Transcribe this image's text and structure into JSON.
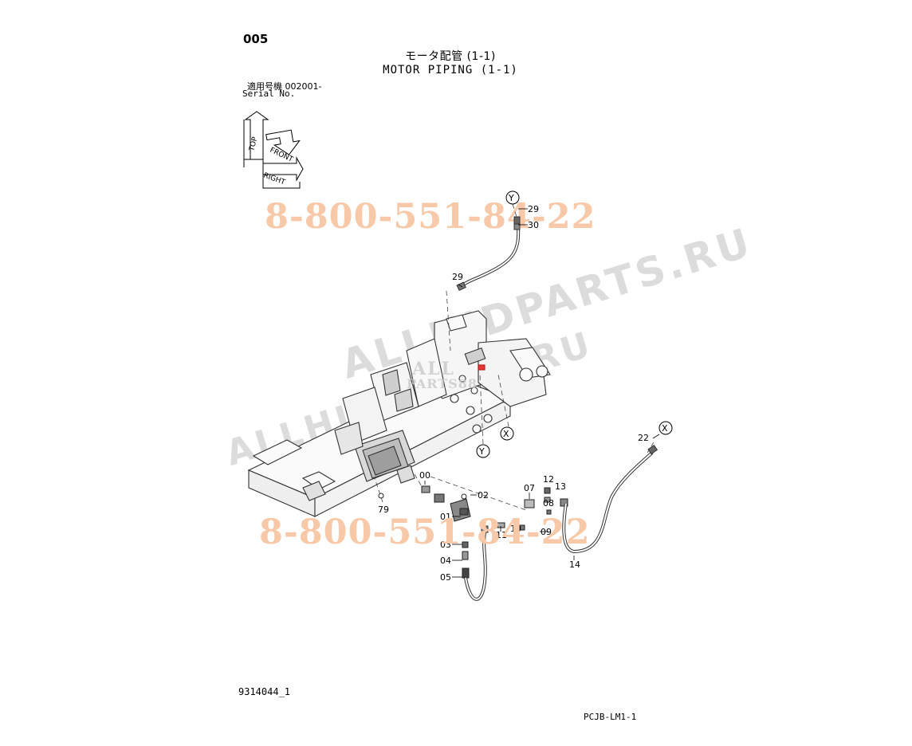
{
  "header": {
    "page_code": "005",
    "title_jp": "モータ配管 (1-1)",
    "title_en": "MOTOR PIPING (1-1)",
    "serial_label_jp": "適用号機  002001-",
    "serial_label_en": "Serial No."
  },
  "orientation_icon": {
    "labels": [
      "TOP",
      "FRONT",
      "RIGHT"
    ]
  },
  "callouts": {
    "c29_top": "29",
    "c30": "30",
    "c29_mid": "29",
    "c22": "22",
    "c00": "00",
    "c01": "01",
    "c02": "02",
    "c03": "03",
    "c04": "04",
    "c05": "05",
    "c07": "07",
    "c08": "08",
    "c09": "09",
    "c10": "10",
    "c11": "11",
    "c12": "12",
    "c13": "13",
    "c14": "14",
    "c79": "79",
    "ref_y_top": "Y",
    "ref_y_bottom": "Y",
    "ref_x_frame": "X",
    "ref_x_right": "X"
  },
  "watermarks": {
    "phone_top": "8-800-551-84-22",
    "phone_bottom": "8-800-551-84-22",
    "site_upper": "ALLHIDPARTS.RU",
    "site_lower": "ALLHIDPARTS.RU",
    "logo_line1": "ALL",
    "logo_line2": "PARTS88"
  },
  "footer": {
    "drawing_number": "9314044_1",
    "sheet_code": "PCJB-LM1-1"
  }
}
